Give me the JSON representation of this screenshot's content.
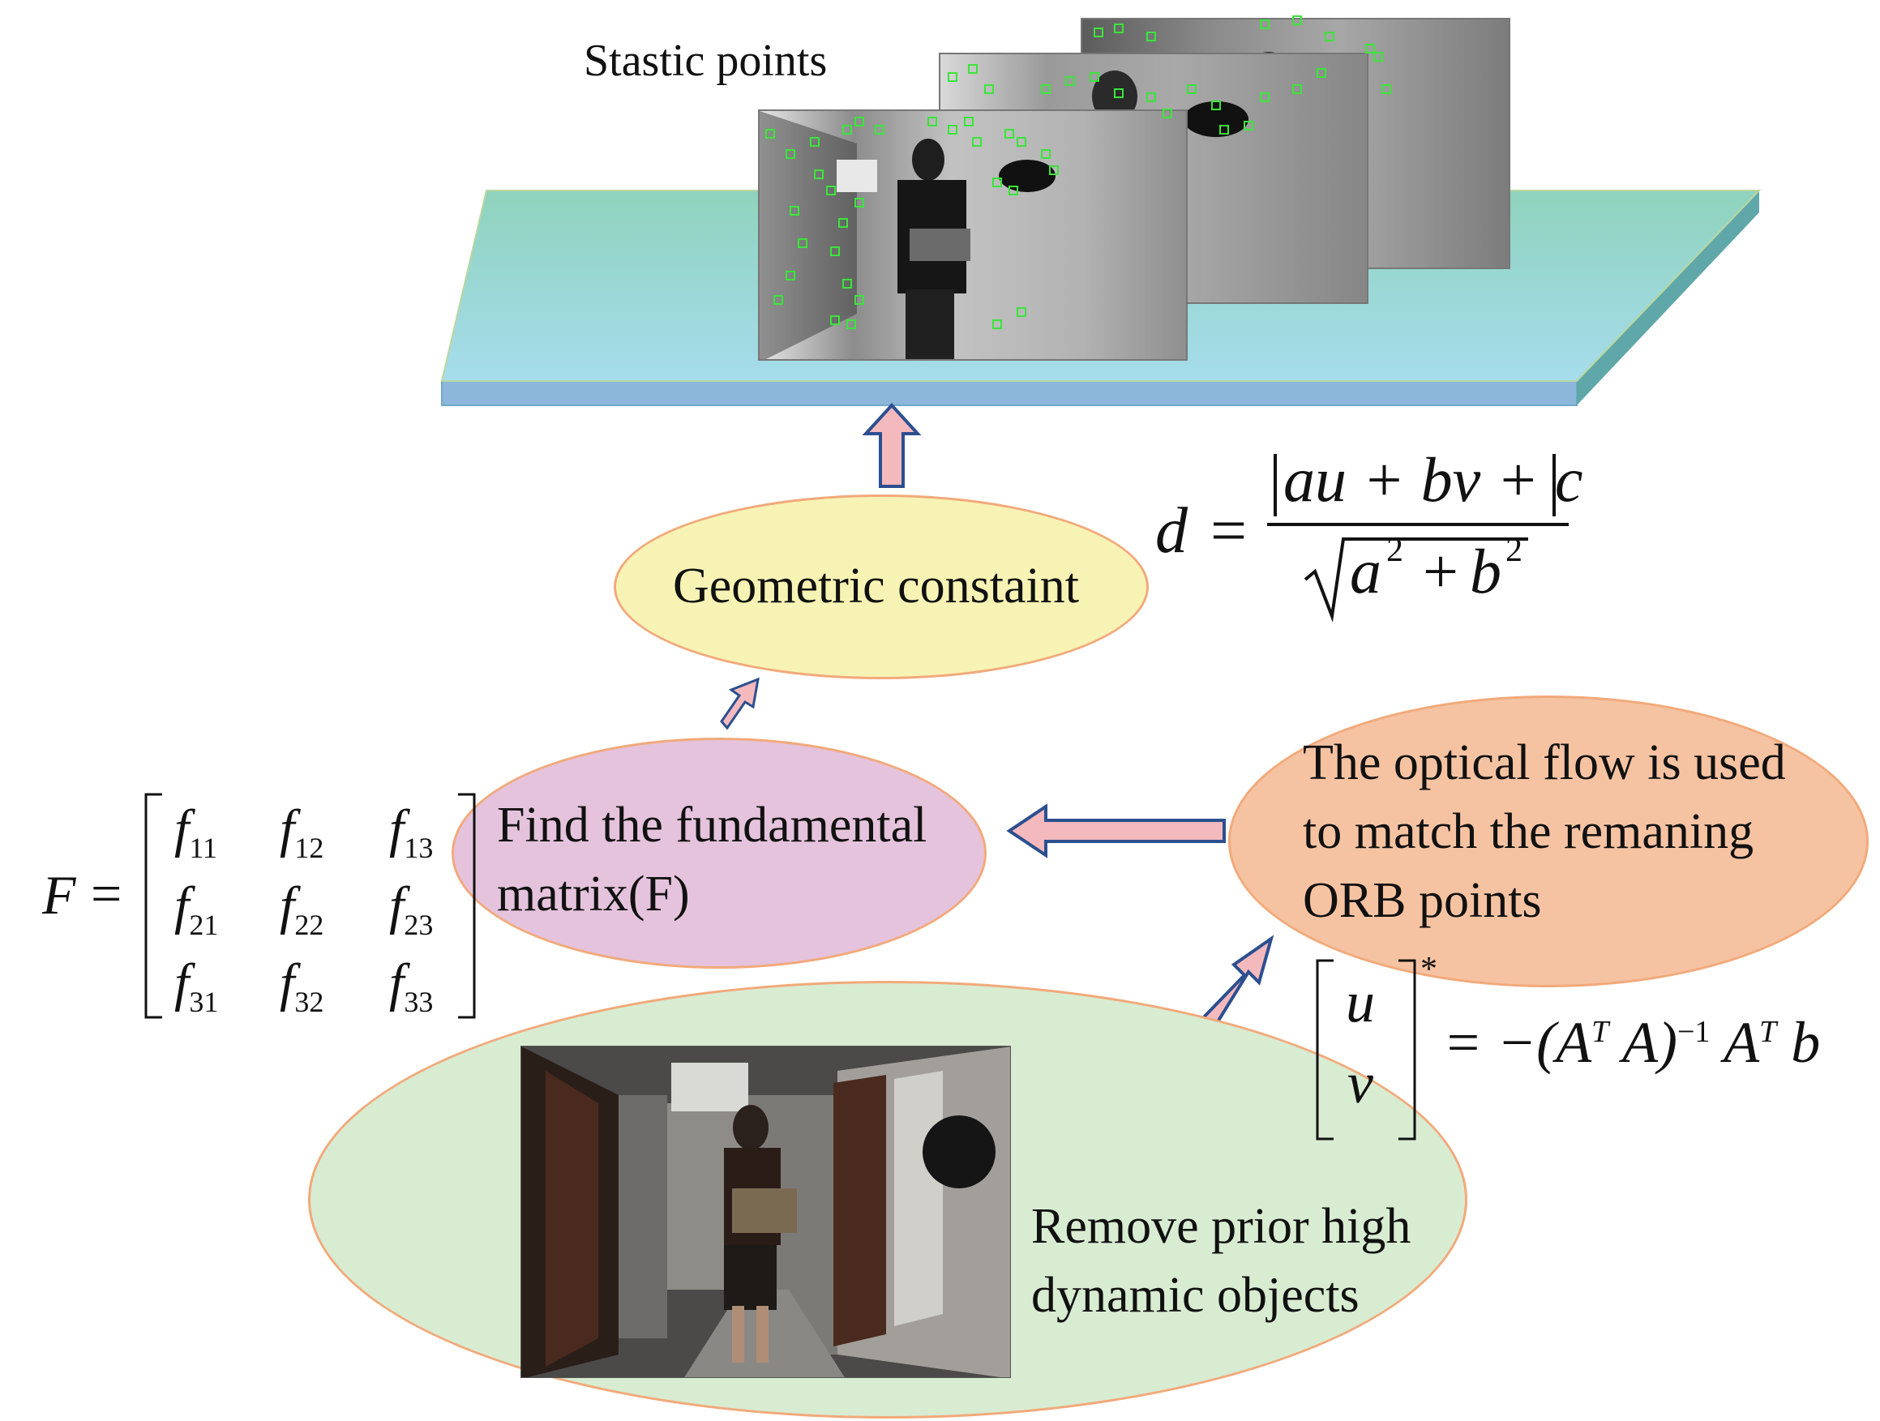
{
  "labels": {
    "static_points": "Stastic points",
    "geometric_constraint": "Geometric constaint",
    "find_fundamental_line1": "Find the fundamental",
    "find_fundamental_line2": "matrix(F)",
    "optical_flow_line1": "The optical flow is used",
    "optical_flow_line2": "to match the remaning",
    "optical_flow_line3": "ORB points",
    "remove_dynamic_line1": "Remove prior high",
    "remove_dynamic_line2": "dynamic objects"
  },
  "formulas": {
    "distance": {
      "lhs": "d",
      "eq": "=",
      "numerator": "au + bv + c",
      "denominator_a": "a",
      "denominator_b": "b",
      "exponent": "2",
      "plus": "+"
    },
    "fundamental": {
      "lhs": "F",
      "eq": "=",
      "entries": [
        "11",
        "12",
        "13",
        "21",
        "22",
        "23",
        "31",
        "32",
        "33"
      ],
      "symbol": "f"
    },
    "optical_flow": {
      "vec_top": "u",
      "vec_bottom": "v",
      "star": "*",
      "rhs": "= −(A",
      "T1": "T",
      "mid": " A)",
      "inv": "−1",
      "A2": " A",
      "T2": "T",
      "b": " b"
    }
  },
  "colors": {
    "platform_top": "#8fd3c0",
    "platform_bottom": "#a9dcea",
    "platform_edge": "#6fa9c9",
    "ellipse_yellow": "#f7f3b4",
    "ellipse_purple": "#e5c3dc",
    "ellipse_salmon": "#f6c3a2",
    "ellipse_green": "#d8ecd2",
    "ellipse_border": "#f2a97a",
    "arrow_fill": "#f4b9bd",
    "arrow_stroke": "#2c4f8f",
    "keypoint": "#39e639"
  }
}
